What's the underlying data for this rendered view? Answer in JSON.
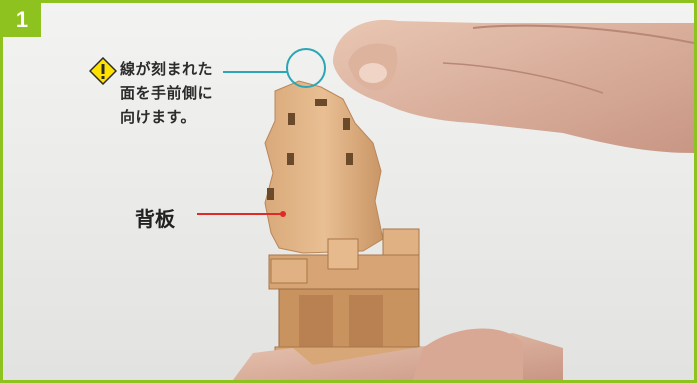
{
  "step": {
    "number": "1"
  },
  "callout": {
    "icon": "warning-diamond-icon",
    "lines": [
      "線が刻まれた",
      "面を手前側に",
      "向けます。"
    ]
  },
  "labels": {
    "back_panel": "背板"
  },
  "colors": {
    "accent_green": "#8dc21f",
    "teal_leader": "#2aa6b5",
    "red_leader": "#e02a2a",
    "warning_yellow": "#ffe100"
  }
}
